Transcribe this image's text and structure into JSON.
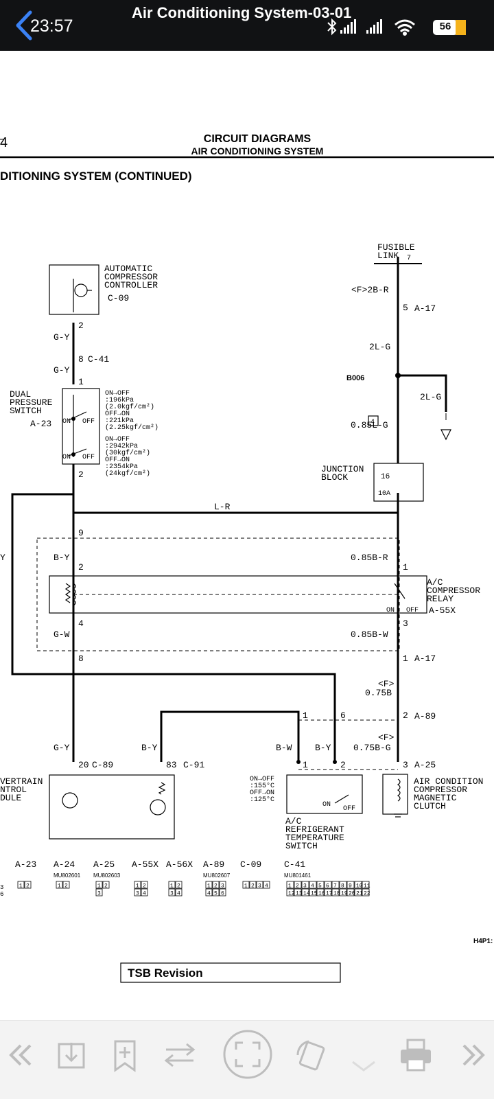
{
  "status_bar": {
    "time": "23:57",
    "title": "Air Conditioning System-03-01",
    "battery": "56"
  },
  "page": {
    "corner_mark": "4",
    "header_title": "CIRCUIT DIAGRAMS",
    "header_subtitle": "AIR CONDITIONING SYSTEM",
    "section_title": "DITIONING SYSTEM (CONTINUED)",
    "footer_code": "H4P1:",
    "tsb_label": "TSB Revision"
  },
  "components": {
    "acc": [
      "AUTOMATIC",
      "COMPRESSOR",
      "CONTROLLER"
    ],
    "acc_conn": "C-09",
    "dps": [
      "DUAL",
      "PRESSURE",
      "SWITCH"
    ],
    "dps_conn": "A-23",
    "dps_spec1": [
      "ON→OFF",
      ":196kPa",
      "(2.0kgf/cm²)",
      "OFF→ON",
      ":221kPa",
      "(2.25kgf/cm²)"
    ],
    "dps_spec2": [
      "ON→OFF",
      ":2942kPa",
      "(30kgf/cm²)",
      "OFF→ON",
      ":2354kPa",
      "(24kgf/cm²)"
    ],
    "fusible_link": [
      "FUSIBLE",
      "LINK"
    ],
    "fusible_num": "7",
    "junction_block": [
      "JUNCTION",
      "BLOCK"
    ],
    "jb_num": "16",
    "jb_fuse": "10A",
    "relay": [
      "A/C",
      "COMPRESSOR",
      "RELAY"
    ],
    "relay_conn": "A-55X",
    "pcm": [
      "VERTRAIN",
      "NTROL",
      "DULE"
    ],
    "refrig_switch": [
      "A/C",
      "REFRIGERANT",
      "TEMPERATURE",
      "SWITCH"
    ],
    "refrig_spec": [
      "ON→OFF",
      ":155°C",
      "OFF→ON",
      ":125°C"
    ],
    "clutch": [
      "AIR CONDITION",
      "COMPRESSOR",
      "MAGNETIC",
      "CLUTCH"
    ],
    "b006": "B006"
  },
  "wires": {
    "gy": "G-Y",
    "lr": "L-R",
    "by": "B-Y",
    "gw": "G-W",
    "bw": "B-W",
    "y": "Y",
    "f_2br": "<F>2B-R",
    "lg2": "2L-G",
    "lg085": "0.85L-G",
    "br085": "0.85B-R",
    "bw085": "0.85B-W",
    "f": "<F>",
    "b075": "0.75B",
    "bg075": "0.75B-G"
  },
  "pins": {
    "p1": "1",
    "p2": "2",
    "p3": "3",
    "p4": "4",
    "p5": "5",
    "p6": "6",
    "p8": "8",
    "p9": "9",
    "p20": "20",
    "p83": "83"
  },
  "connectors": {
    "a17": "A-17",
    "c41": "C-41",
    "a89": "A-89",
    "a25": "A-25",
    "c89": "C-89",
    "c91": "C-91",
    "a24": "A-24",
    "a56x": "A-56X"
  },
  "switch_states": {
    "on": "ON",
    "off": "OFF"
  },
  "connector_legend": [
    {
      "label": "A-23",
      "part": "",
      "pins": [
        "1",
        "2"
      ]
    },
    {
      "label": "A-24",
      "part": "MU802601",
      "pins": [
        "1",
        "2"
      ]
    },
    {
      "label": "A-25",
      "part": "MU802603",
      "pins": [
        "1",
        "2",
        "3"
      ]
    },
    {
      "label": "A-55X",
      "part": "",
      "pins": [
        "1",
        "2",
        "3",
        "4"
      ]
    },
    {
      "label": "A-56X",
      "part": "",
      "pins": [
        "1",
        "2",
        "3",
        "4"
      ]
    },
    {
      "label": "A-89",
      "part": "MU802607",
      "pins": [
        "1",
        "2",
        "3",
        "4",
        "5",
        "6"
      ]
    },
    {
      "label": "C-09",
      "part": "",
      "pins": [
        "1",
        "2",
        "3",
        "4"
      ]
    },
    {
      "label": "C-41",
      "part": "MU801461",
      "pins": [
        "1",
        "2",
        "3",
        "4",
        "5",
        "6",
        "7",
        "8",
        "9",
        "10",
        "11",
        "12",
        "13",
        "14",
        "15",
        "16",
        "17",
        "18",
        "19",
        "20",
        "21",
        "22"
      ]
    }
  ],
  "legend_edge_pins": [
    "3",
    "6"
  ],
  "toolbar": {
    "icons": [
      "prev-page-icon",
      "download-icon",
      "bookmark-add-icon",
      "swap-icon",
      "fit-screen-icon",
      "rotate-icon",
      "share-icon",
      "print-icon",
      "next-page-icon"
    ]
  },
  "colors": {
    "status_bar_bg": "#111214",
    "back_accent": "#3b82f6",
    "battery_fill": "#f5b21b",
    "toolbar_bg": "#f3f3f3",
    "icon_gray": "#bdbdbd"
  }
}
